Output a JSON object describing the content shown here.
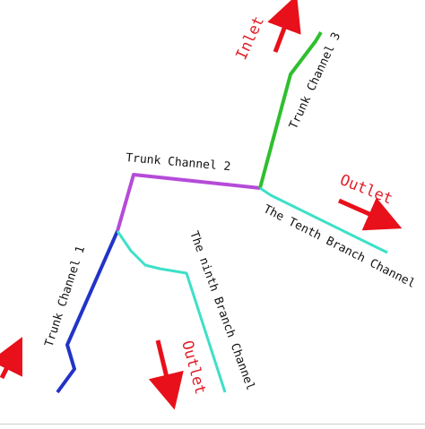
{
  "diagram": {
    "colors": {
      "trunk_channel_1": "#2233c8",
      "trunk_channel_2": "#b54bd8",
      "trunk_channel_3": "#2fbf2f",
      "branch_channels": "#3de0c8",
      "arrow": "#e8101a",
      "arrow_label": "#e0202a",
      "text": "#111111"
    },
    "channels": [
      {
        "id": "trunk_channel_1",
        "label": "Trunk Channel 1"
      },
      {
        "id": "trunk_channel_2",
        "label": "Trunk Channel 2"
      },
      {
        "id": "trunk_channel_3",
        "label": "Trunk Channel 3"
      },
      {
        "id": "tenth_branch",
        "label": "The Tenth Branch Channel"
      },
      {
        "id": "ninth_branch",
        "label": "The ninth Branch Channel"
      }
    ],
    "flow_labels": {
      "inlet": "Inlet",
      "outlet_right": "Outlet",
      "outlet_bottom": "Outlet"
    }
  }
}
